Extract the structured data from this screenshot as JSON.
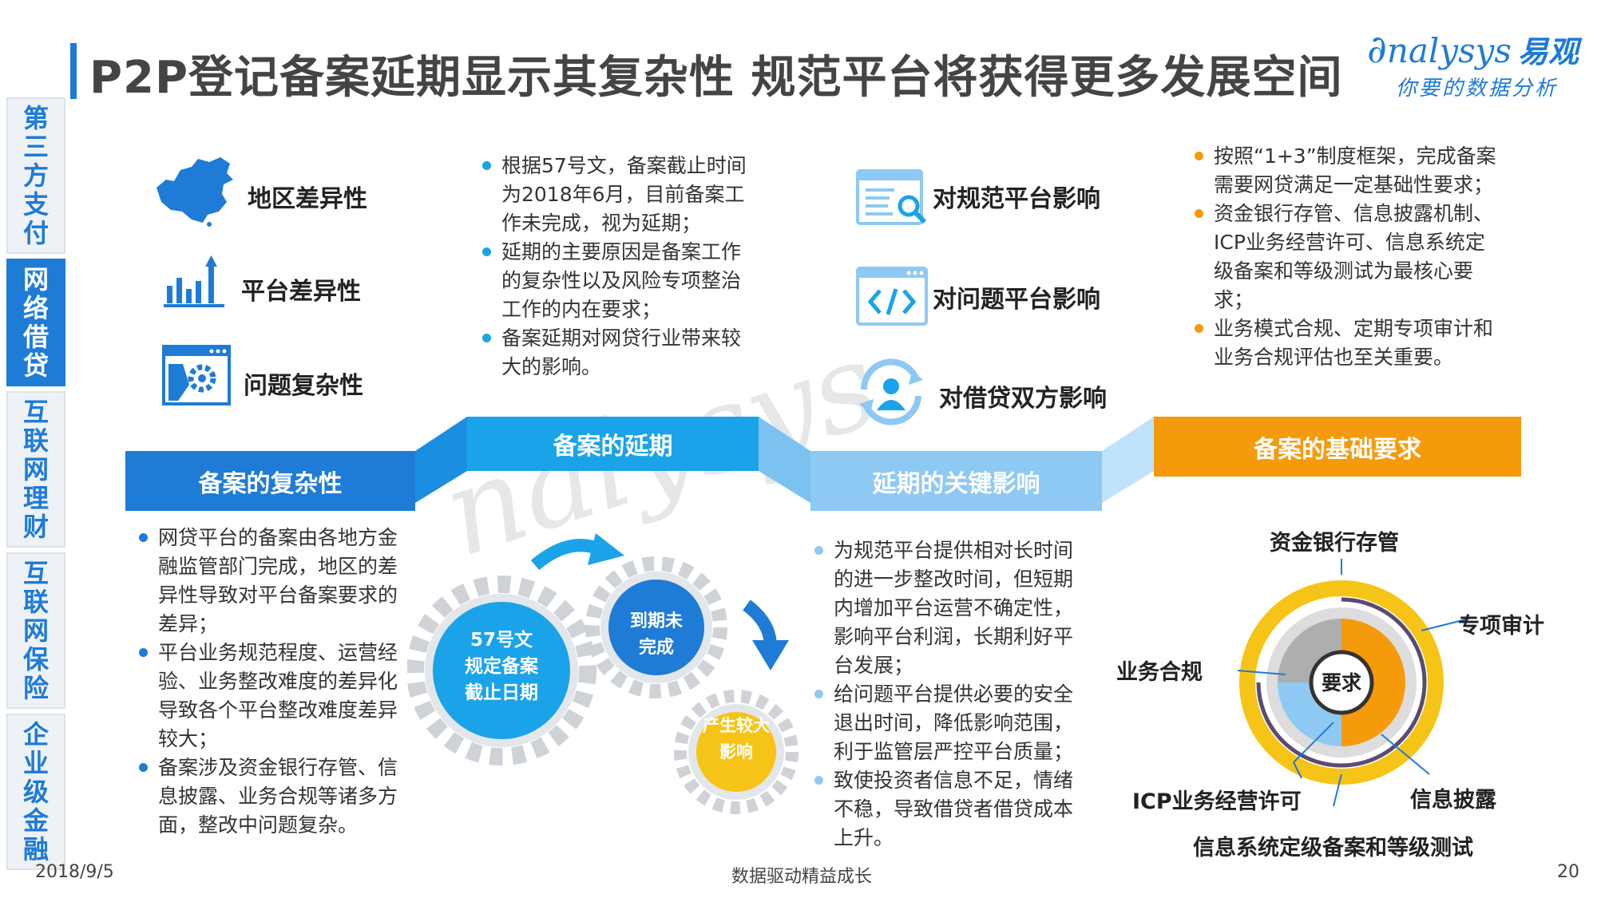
{
  "title": "P2P登记备案延期显示其复杂性 规范平台将获得更多发展空间",
  "logo": {
    "en": "nalysys",
    "cn": "易观",
    "sub": "你要的数据分析"
  },
  "sidenav": [
    {
      "label": "第三方支付"
    },
    {
      "label": "网络借贷"
    },
    {
      "label": "互联网理财"
    },
    {
      "label": "互联网保险"
    },
    {
      "label": "企业级金融"
    }
  ],
  "colors": {
    "blue": "#1e7bd6",
    "sky": "#1aa3e8",
    "light": "#8ec9f3",
    "orange": "#f59a0a",
    "yellow": "#f6c416"
  },
  "complexity": {
    "header": "备案的复杂性",
    "factors": [
      "地区差异性",
      "平台差异性",
      "问题复杂性"
    ],
    "icons": [
      "china-map-icon",
      "bar-chart-icon",
      "gear-window-icon"
    ],
    "bullets": [
      "网贷平台的备案由各地方金融监管部门完成，地区的差异性导致对平台备案要求的差异；",
      "平台业务规范程度、运营经验、业务整改难度的差异化导致各个平台整改难度差异较大；",
      "备案涉及资金银行存管、信息披露、业务合规等诸多方面，整改中问题复杂。"
    ]
  },
  "delay": {
    "header": "备案的延期",
    "bullets": [
      "根据57号文，备案截止时间为2018年6月，目前备案工作未完成，视为延期；",
      "延期的主要原因是备案工作的复杂性以及风险专项整治工作的内在要求；",
      "备案延期对网贷行业带来较大的影响。"
    ],
    "gears": [
      "57号文\n规定备案\n截止日期",
      "到期未\n完成",
      "产生较大\n影响"
    ]
  },
  "impact": {
    "header": "延期的关键影响",
    "items": [
      "对规范平台影响",
      "对问题平台影响",
      "对借贷双方影响"
    ],
    "icons": [
      "document-search-icon",
      "code-window-icon",
      "user-cycle-icon"
    ],
    "bullets": [
      "为规范平台提供相对长时间的进一步整改时间，但短期内增加平台运营不确定性，影响平台利润，长期利好平台发展；",
      "给问题平台提供必要的安全退出时间，降低影响范围，利于监管层严控平台质量；",
      "致使投资者信息不足，情绪不稳，导致借贷者借贷成本上升。"
    ]
  },
  "requirements": {
    "header": "备案的基础要求",
    "bullets": [
      "按照“1+3”制度框架，完成备案需要网贷满足一定基础性要求；",
      "资金银行存管、信息披露机制、ICP业务经营许可、信息系统定级备案和等级测试为最核心要求；",
      "业务模式合规、定期专项审计和业务合规评估也至关重要。"
    ],
    "center": "要求",
    "labels": [
      "资金银行存管",
      "专项审计",
      "业务合规",
      "ICP业务经营许可",
      "信息披露",
      "信息系统定级备案和等级测试"
    ]
  },
  "footer": {
    "date": "2018/9/5",
    "slogan": "数据驱动精益成长",
    "page": "20"
  }
}
